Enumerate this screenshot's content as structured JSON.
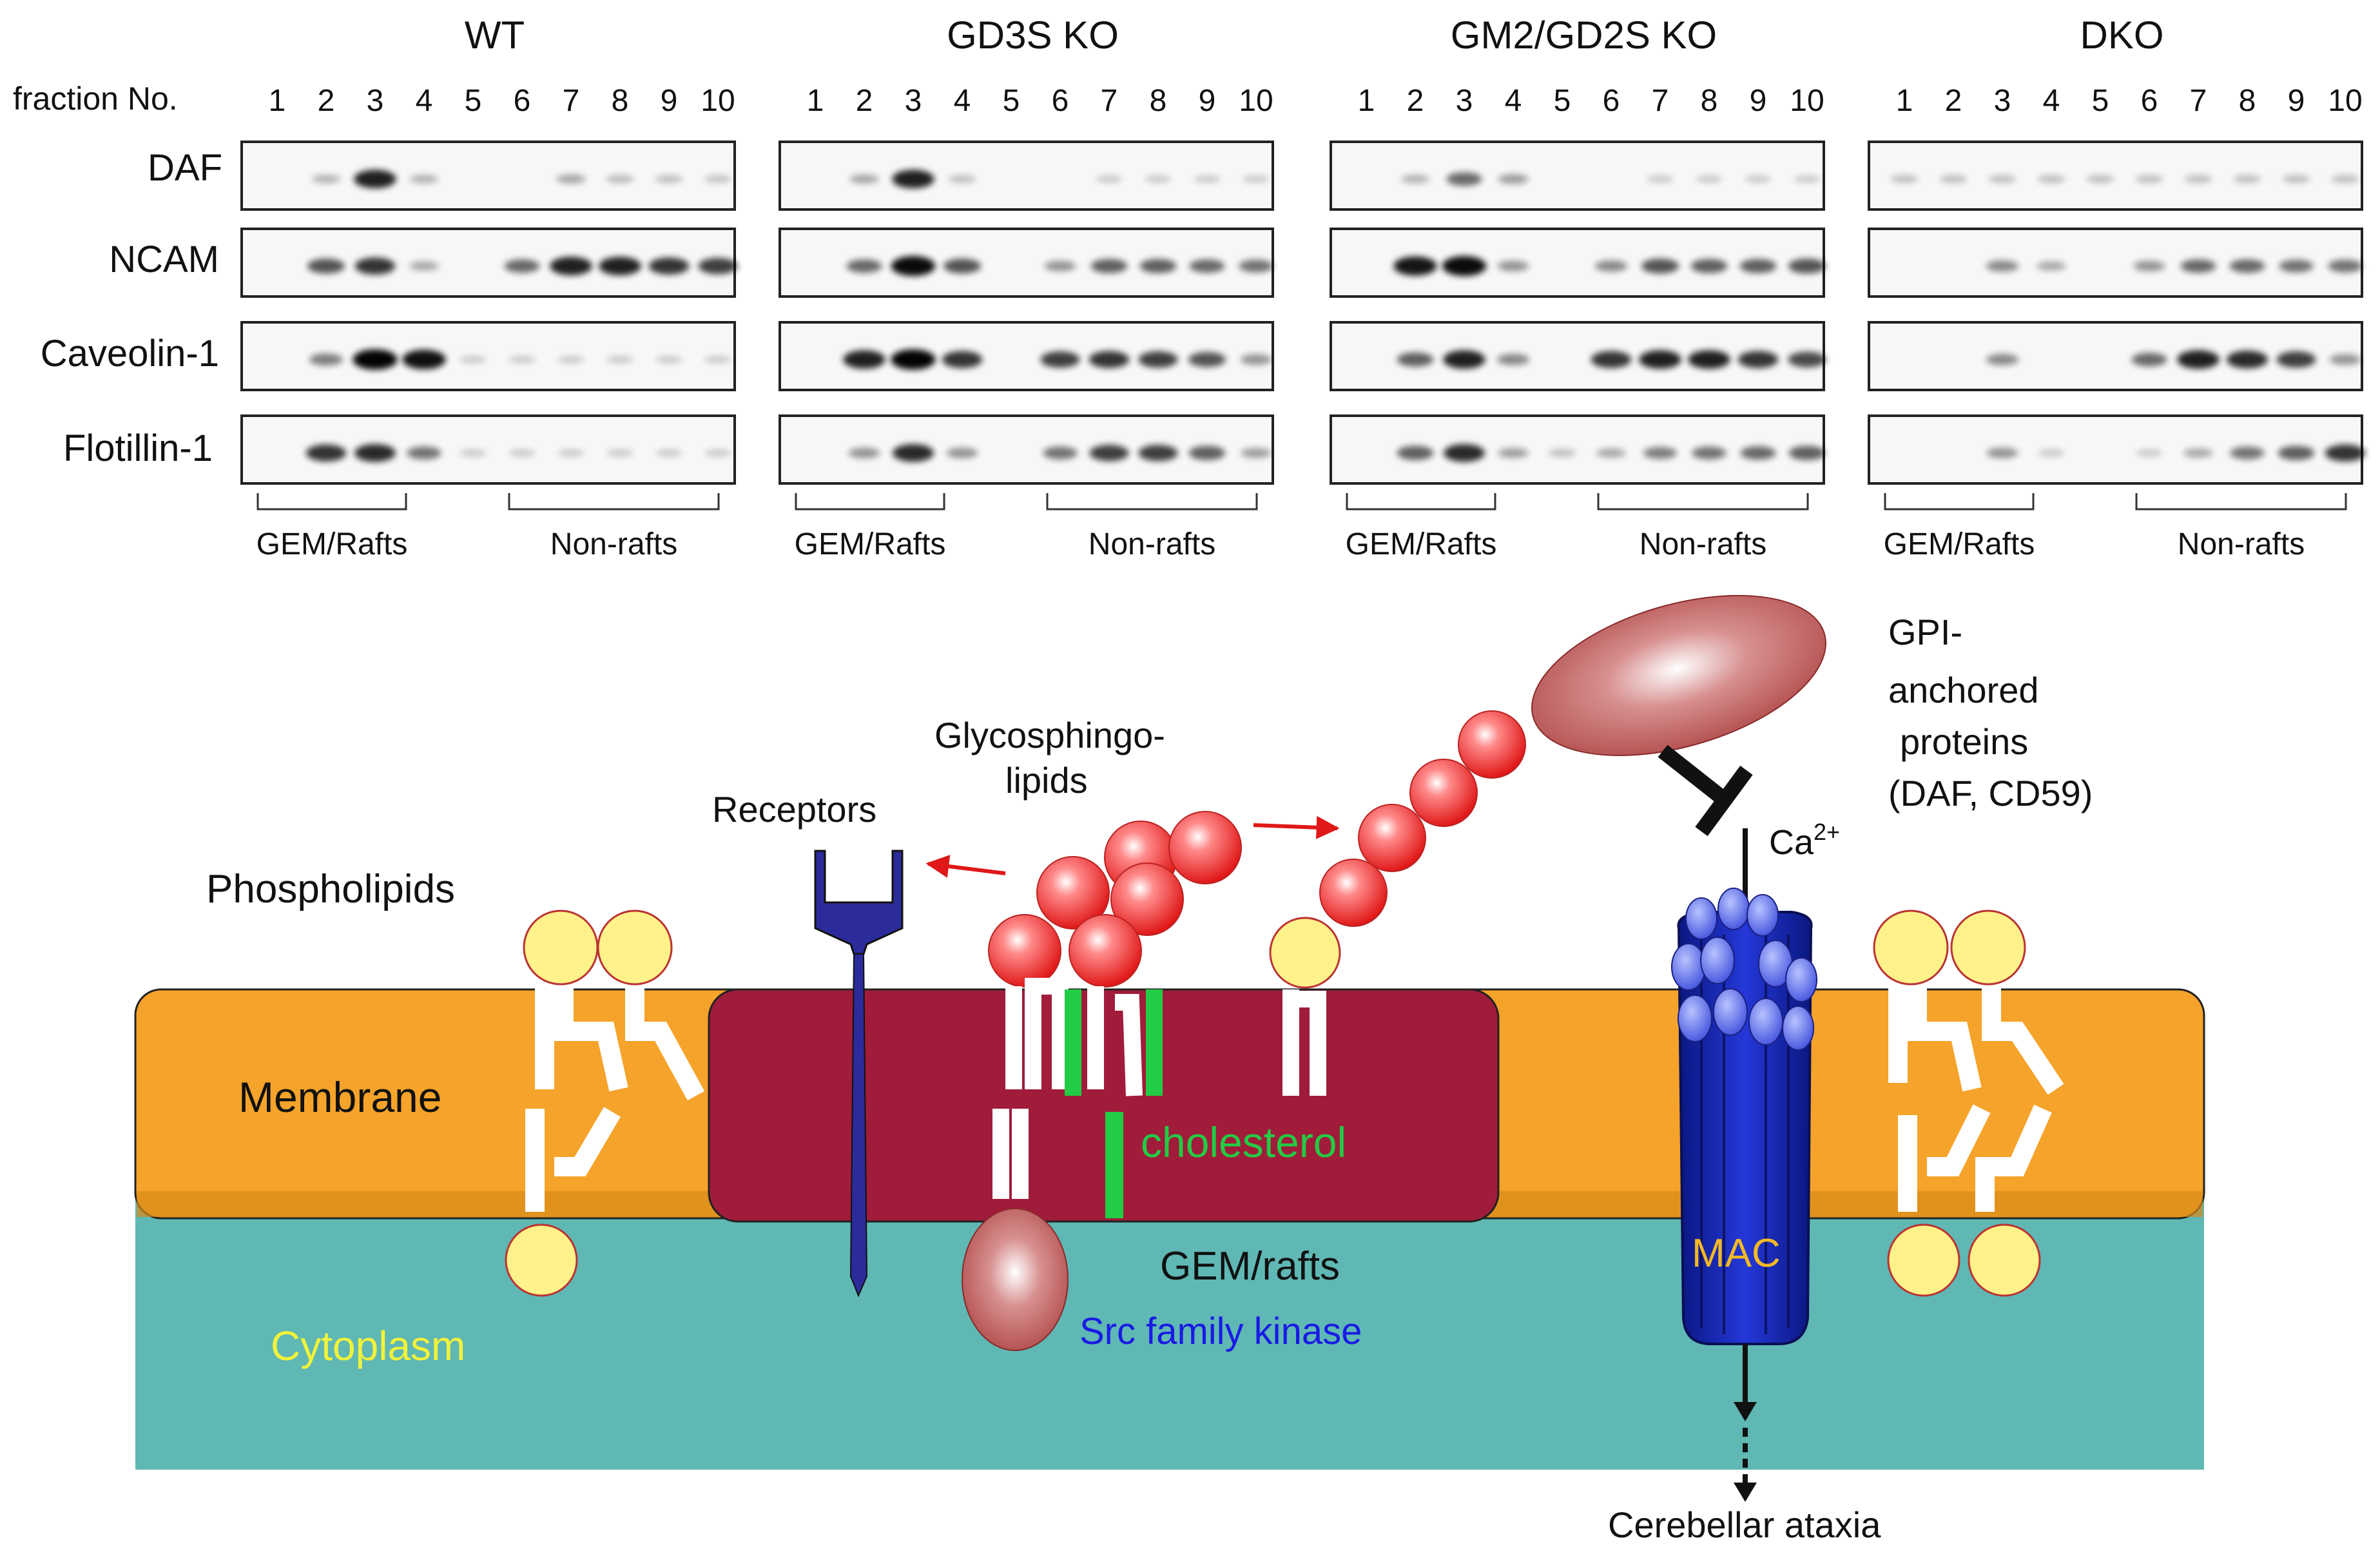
{
  "western_blot": {
    "fraction_label": "fraction No.",
    "fractions": [
      "1",
      "2",
      "3",
      "4",
      "5",
      "6",
      "7",
      "8",
      "9",
      "10"
    ],
    "panels": [
      {
        "title": "WT"
      },
      {
        "title": "GD3S KO"
      },
      {
        "title": "GM2/GD2S KO"
      },
      {
        "title": "DKO"
      }
    ],
    "proteins": [
      "DAF",
      "NCAM",
      "Caveolin-1",
      "Flotillin-1"
    ],
    "group_labels": {
      "rafts": "GEM/Rafts",
      "nonrafts": "Non-rafts"
    },
    "band_intensity": {
      "WT": {
        "DAF": [
          0,
          0.15,
          0.85,
          0.15,
          0,
          0,
          0.2,
          0.12,
          0.1,
          0.08
        ],
        "NCAM": [
          0,
          0.6,
          0.75,
          0.2,
          0,
          0.5,
          0.85,
          0.85,
          0.75,
          0.7
        ],
        "Caveolin-1": [
          0,
          0.4,
          0.98,
          0.92,
          0.05,
          0.05,
          0.05,
          0.05,
          0.05,
          0.05
        ],
        "Flotillin-1": [
          0,
          0.75,
          0.8,
          0.45,
          0.05,
          0.05,
          0.05,
          0.05,
          0.05,
          0.05
        ]
      },
      "GD3S KO": {
        "DAF": [
          0,
          0.2,
          0.85,
          0.1,
          0,
          0,
          0.05,
          0.05,
          0.05,
          0.05
        ],
        "NCAM": [
          0,
          0.5,
          0.95,
          0.6,
          0,
          0.3,
          0.55,
          0.55,
          0.5,
          0.45
        ],
        "Caveolin-1": [
          0,
          0.85,
          0.98,
          0.75,
          0,
          0.7,
          0.75,
          0.7,
          0.6,
          0.3
        ],
        "Flotillin-1": [
          0,
          0.3,
          0.8,
          0.3,
          0,
          0.45,
          0.7,
          0.7,
          0.55,
          0.25
        ]
      },
      "GM2/GD2S KO": {
        "DAF": [
          0,
          0.15,
          0.5,
          0.25,
          0,
          0,
          0.05,
          0.05,
          0.05,
          0.05
        ],
        "NCAM": [
          0,
          0.9,
          0.95,
          0.3,
          0,
          0.35,
          0.6,
          0.55,
          0.55,
          0.6
        ],
        "Caveolin-1": [
          0,
          0.55,
          0.85,
          0.35,
          0,
          0.75,
          0.85,
          0.85,
          0.75,
          0.65
        ],
        "Flotillin-1": [
          0,
          0.55,
          0.8,
          0.25,
          0.1,
          0.2,
          0.4,
          0.45,
          0.5,
          0.55
        ]
      },
      "DKO": {
        "DAF": [
          0.1,
          0.1,
          0.1,
          0.1,
          0.1,
          0.1,
          0.1,
          0.1,
          0.1,
          0.1
        ],
        "NCAM": [
          0,
          0,
          0.35,
          0.2,
          0,
          0.3,
          0.5,
          0.5,
          0.45,
          0.45
        ],
        "Caveolin-1": [
          0,
          0,
          0.35,
          0,
          0,
          0.5,
          0.85,
          0.8,
          0.7,
          0.3
        ],
        "Flotillin-1": [
          0,
          0,
          0.3,
          0.05,
          0,
          0.05,
          0.2,
          0.45,
          0.55,
          0.75
        ]
      }
    }
  },
  "diagram": {
    "phospholipids_label": "Phospholipids",
    "receptors_label": "Receptors",
    "glycosphingolipids_label": [
      "Glycosphingo-",
      "lipids"
    ],
    "gpi_label": [
      "GPI-",
      "anchored",
      "proteins",
      "(DAF, CD59)"
    ],
    "calcium_label": "Ca",
    "calcium_superscript": "2+",
    "membrane_label": "Membrane",
    "cholesterol_label": "cholesterol",
    "gem_rafts_label": "GEM/rafts",
    "src_label": "Src family kinase",
    "cytoplasm_label": "Cytoplasm",
    "mac_label": "MAC",
    "outcome_label": "Cerebellar ataxia",
    "colors": {
      "membrane": "#F5A32A",
      "raft": "#A01C3A",
      "cytoplasm": "#5FB8B4",
      "cholesterol": "#22CC44",
      "sphere_red": "#E3201F",
      "head_yellow": "#FFF28A",
      "receptor": "#2B2B9C",
      "mac": "#1A2FC8",
      "src_text": "#1A1AE6",
      "cytoplasm_text": "#F2F23A",
      "mac_text": "#F5B923"
    }
  }
}
